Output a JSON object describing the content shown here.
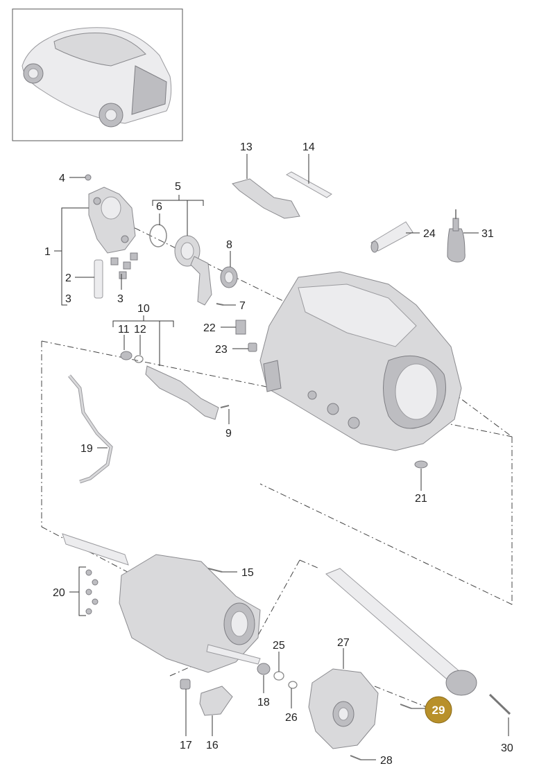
{
  "diagram": {
    "callouts": [
      "1",
      "2",
      "3",
      "3",
      "4",
      "5",
      "6",
      "7",
      "8",
      "9",
      "10",
      "11",
      "12",
      "13",
      "14",
      "15",
      "16",
      "17",
      "18",
      "19",
      "20",
      "21",
      "22",
      "23",
      "24",
      "25",
      "26",
      "27",
      "28",
      "29",
      "30",
      "31"
    ],
    "highlighted_callout": "29",
    "colors": {
      "highlight": "#b8902a",
      "line": "#333333",
      "part": "#d9d9db"
    }
  }
}
